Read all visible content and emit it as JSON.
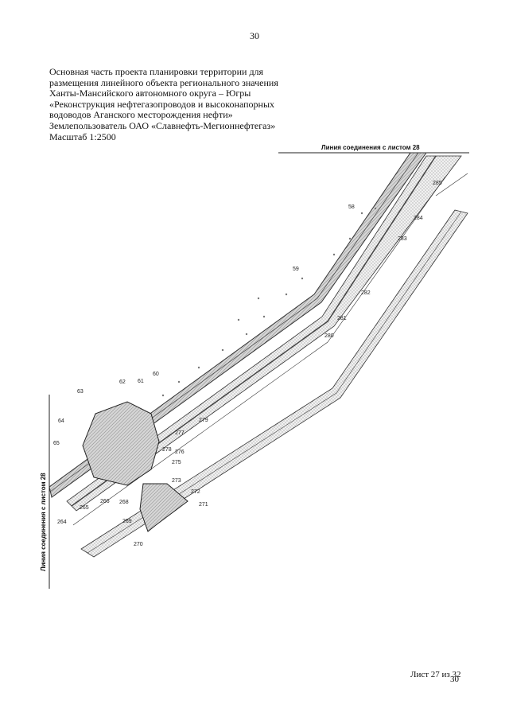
{
  "page": {
    "number": "30",
    "header_lines": [
      "Основная часть проекта планировки территории для",
      "размещения линейного объекта регионального значения",
      "Ханты-Мансийского автономного округа – Югры",
      "«Реконструкция нефтегазопроводов и высоконапорных",
      "водоводов Аганского месторождения нефти»",
      "Землепользователь ОАО «Славнефть-Мегионнефтегаз»",
      "Масштаб 1:2500"
    ],
    "sheet_counter": "Лист 27 из 32",
    "sheet_counter_overlay": "30"
  },
  "map": {
    "match_line_top": "Линия соединения с листом 28",
    "match_line_left": "Линия соединения с листом 28",
    "point_labels": [
      "58",
      "59",
      "60",
      "61",
      "62",
      "63",
      "64",
      "65",
      "264",
      "265",
      "266",
      "268",
      "269",
      "270",
      "271",
      "272",
      "273",
      "275",
      "276",
      "277",
      "278",
      "279",
      "280",
      "281",
      "282",
      "283",
      "284",
      "285"
    ],
    "colors": {
      "hatch": "#9a9a9a",
      "stroke": "#333333",
      "stipple": "#6f6f6f"
    }
  }
}
